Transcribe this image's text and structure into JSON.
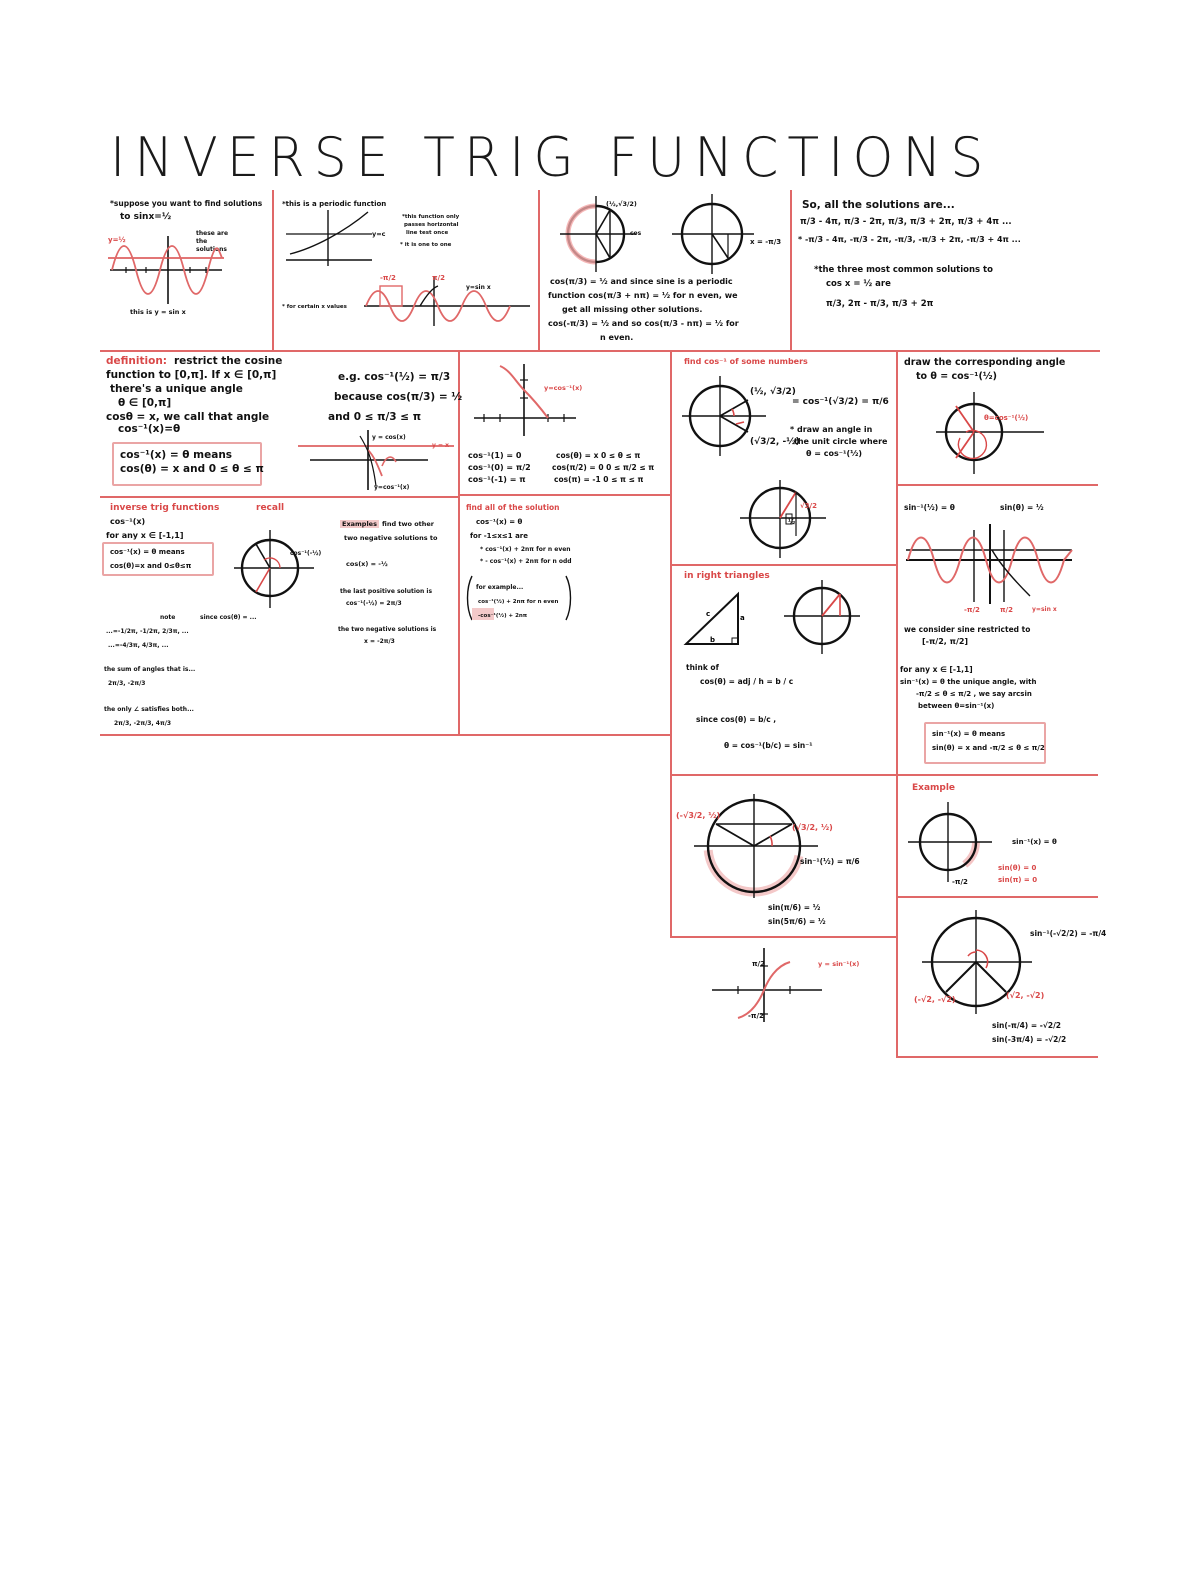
{
  "page": {
    "title": "INVERSE TRIG FUNCTIONS"
  },
  "notes": {
    "p1": {
      "l1": "*suppose you want to find solutions",
      "l2": "to  sinx=½",
      "l3": "these are the solutions",
      "l4": "this is y = sin x"
    },
    "p2": {
      "l1": "*this is a periodic function",
      "l2": "y=c",
      "l3": "*this function only",
      "l4": "passes horizontal",
      "l5": "line test once",
      "l6": "* it is one to one",
      "l7": "* for certain x values",
      "l8": "-π/2",
      "l9": "π/2",
      "l10": "y=sin x"
    },
    "p3": {
      "l1": "(½,√3/2)",
      "l2": "cos",
      "l3": "cos(π/3) = ½  and since sine is a periodic",
      "l4": "function  cos(π/3 + nπ) = ½  for n even, we",
      "l5": "get all missing other solutions.",
      "l6": "cos(-π/3) = ½  and so  cos(π/3 - nπ) = ½  for",
      "l7": "n even.",
      "l8": "x = -π/3"
    },
    "p4": {
      "l1": "So, all the solutions are...",
      "l2": "π/3 - 4π,  π/3 - 2π,  π/3,  π/3 + 2π,  π/3 + 4π ...",
      "l3": "* -π/3 - 4π,  -π/3 - 2π,  -π/3,  -π/3 + 2π,  -π/3 + 4π ...",
      "l4": "*the three most common solutions to",
      "l5": "cos x = ½  are",
      "l6": "π/3,   2π - π/3,   π/3 + 2π"
    },
    "p5": {
      "h": "definition:",
      "l1": "restrict the cosine",
      "l2": "function to [0,π]. If x ∈ [0,π]",
      "l3": "there's a unique angle",
      "l4": "θ ∈ [0,π]",
      "l5": "cosθ = x, we call that angle",
      "l6": "cos⁻¹(x)=θ",
      "l7": "e.g.  cos⁻¹(½) = π/3",
      "l8": "because  cos(π/3) = ½",
      "l9": "and   0 ≤ π/3 ≤ π",
      "l10": "cos⁻¹(x) = θ   means",
      "l11": "cos(θ) = x   and  0 ≤ θ ≤ π",
      "l12": "y = cos(x)",
      "l13": "y = x",
      "l14": "y=cos⁻¹(x)"
    },
    "p6": {
      "l1": "y=cos⁻¹(x)",
      "l2": "cos⁻¹(1) = 0",
      "l3": "cos⁻¹(0) = π/2",
      "l4": "cos⁻¹(-1) = π",
      "l5": "cos(θ) = x  0 ≤ θ ≤ π",
      "l6": "cos(π/2) = 0  0 ≤ π/2 ≤ π",
      "l7": "cos(π) = -1  0 ≤ π ≤ π"
    },
    "p7": {
      "h": "find cos⁻¹ of some numbers",
      "l1": "(½, √3/2)",
      "l2": "= cos⁻¹(√3/2) = π/6",
      "l3": "(√3/2, -½)",
      "l4": "* draw an angle in",
      "l5": "the unit circle where",
      "l6": "θ = cos⁻¹(½)",
      "l7": "√3/2",
      "l8": "½"
    },
    "p8": {
      "h": "draw the corresponding angle",
      "l1": "to   θ = cos⁻¹(½)",
      "l2": "θ=cos⁻¹(½)"
    },
    "p9": {
      "h": "inverse trig functions",
      "h2": "recall",
      "l1": "cos⁻¹(x)",
      "l2": "for any  x ∈ [-1,1]",
      "l3": "cos⁻¹(x) = θ  means",
      "l4": "cos(θ)=x  and  0≤θ≤π",
      "l5": "note",
      "l6": "cos⁻¹(-½)",
      "l7": "since cos(θ) = ...",
      "l8": "...=-1/2π, -1/2π, 2/3π, ...",
      "l9": "...=-4/3π, 4/3π, ...",
      "l10": "the sum  of angles that is...",
      "l11": "2π/3, -2π/3",
      "l12": "the only  ∠  satisfies both...",
      "l13": "2π/3,  -2π/3,  4π/3"
    },
    "p9b": {
      "hl": "Examples",
      "l1": "find two other",
      "l2": "two negative solutions to",
      "l3": "cos(x) = -½",
      "l4": "the last positive solution is",
      "l5": "cos⁻¹(-½) = 2π/3",
      "l6": "the two negative solutions is",
      "l7": "x = -2π/3"
    },
    "p10": {
      "h": "find all of the solution",
      "l1": "cos⁻¹(x) = θ",
      "l2": "for   -1≤x≤1  are",
      "l3": "* cos⁻¹(x) + 2nπ  for n even",
      "l4": "* - cos⁻¹(x) + 2nπ  for n odd",
      "l5": "for example...",
      "l6": "cos⁻¹(½) + 2nπ  for n even",
      "l7": "-cos⁻¹(½) + 2nπ"
    },
    "p11": {
      "h": "in right triangles",
      "l1": "think of",
      "l2": "cos(θ) = adj / h  = b / c",
      "l3": "since   cos(θ) = b/c ,",
      "l4": "θ = cos⁻¹(b/c)  =  sin⁻¹"
    },
    "p12": {
      "l1": "sin⁻¹(½) = θ",
      "l2": "sin(θ) = ½",
      "l3": "-π/2",
      "l4": "π/2",
      "l5": "y=sin x",
      "l6": "we consider sine restricted to",
      "l7": "[-π/2, π/2]",
      "l8": "for any  x ∈ [-1,1]",
      "l9": "sin⁻¹(x) = θ  the unique angle, with",
      "l10": "-π/2 ≤ θ ≤ π/2 , we say arcsin",
      "l11": "between  θ=sin⁻¹(x)",
      "l12": "sin⁻¹(x) = θ  means",
      "l13": "sin(θ) = x  and  -π/2 ≤ θ ≤ π/2"
    },
    "p13": {
      "l1": "(-√3/2, ½)",
      "l2": "(√3/2, ½)",
      "l3": "sin⁻¹(½) = π/6",
      "l4": "sin(π/6) = ½",
      "l5": "sin(5π/6) = ½"
    },
    "p14": {
      "h": "Example",
      "l1": "sin⁻¹(x) = θ",
      "l2": "sin(θ) = 0",
      "l3": "sin(π) = 0",
      "l4": "-π/2"
    },
    "p15": {
      "l1": "y = sin⁻¹(x)",
      "l2": "π/2",
      "l3": "-π/2"
    },
    "p16": {
      "l1": "sin⁻¹(-√2/2) = -π/4",
      "l2": "(-√2, -√2)",
      "l3": "(√2, -√2)",
      "l4": "sin(-π/4) = -√2/2",
      "l5": "sin(-3π/4) = -√2/2"
    }
  }
}
